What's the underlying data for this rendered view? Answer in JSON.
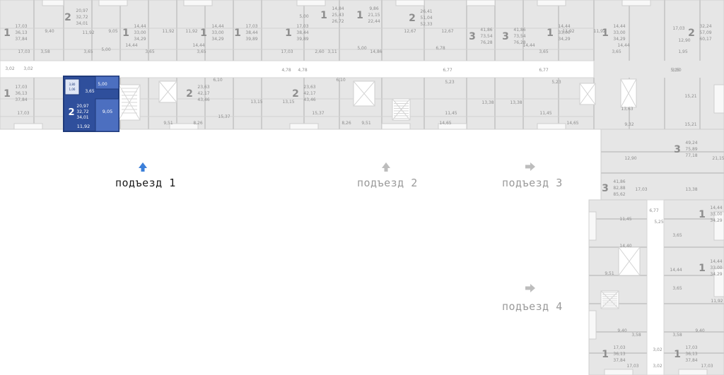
{
  "entrances": [
    {
      "label": "подъезд 1",
      "active": true,
      "arrow": "up"
    },
    {
      "label": "подъезд 2",
      "active": false,
      "arrow": "up"
    },
    {
      "label": "подъезд 3",
      "active": false,
      "arrow": "right"
    },
    {
      "label": "подъезд 4",
      "active": false,
      "arrow": "right"
    }
  ],
  "colors": {
    "apartment_fill": "#e6e6e6",
    "wall": "#c8c8c8",
    "corridor": "#ffffff",
    "highlight_fill": "#2f4f9c",
    "highlight_light": "#4c6fc0",
    "text_gray": "#8d8d8d",
    "arrow_active": "#3b7fd9",
    "arrow_inactive": "#bdbdbd"
  },
  "highlighted_apartment": {
    "rooms": "2",
    "living_area": "20,97",
    "kitchen": "32,72",
    "total": "34,01",
    "room_labels": [
      "5,00",
      "3,65",
      "9,05",
      "11,92",
      "3,80",
      "1,06"
    ]
  },
  "apartments": [
    {
      "id": "a1",
      "rooms": "1",
      "areas": [
        "17,03",
        "36,13",
        "37,84"
      ]
    },
    {
      "id": "a2",
      "rooms": "2",
      "areas": [
        "20,97",
        "32,72",
        "34,01"
      ]
    },
    {
      "id": "a3",
      "rooms": "1",
      "areas": [
        "14,44",
        "33,00",
        "34,29"
      ]
    },
    {
      "id": "a4",
      "rooms": "1",
      "areas": [
        "14,44",
        "33,00",
        "34,29"
      ]
    },
    {
      "id": "a5",
      "rooms": "1",
      "areas": [
        "17,03",
        "38,44",
        "39,89"
      ]
    },
    {
      "id": "a6",
      "rooms": "1",
      "areas": [
        "17,03",
        "38,44",
        "39,89"
      ]
    },
    {
      "id": "a7",
      "rooms": "1",
      "areas": [
        "14,84",
        "25,43",
        "26,72"
      ]
    },
    {
      "id": "a8",
      "rooms": "1",
      "areas": [
        "9,86",
        "21,15",
        "22,44"
      ]
    },
    {
      "id": "a9",
      "rooms": "2",
      "areas": [
        "26,41",
        "51,04",
        "52,33"
      ]
    },
    {
      "id": "a10",
      "rooms": "3",
      "areas": [
        "41,86",
        "73,54",
        "76,28"
      ]
    },
    {
      "id": "a11",
      "rooms": "3",
      "areas": [
        "41,86",
        "73,54",
        "76,28"
      ]
    },
    {
      "id": "a12",
      "rooms": "1",
      "areas": [
        "14,44",
        "33,00",
        "34,29"
      ]
    },
    {
      "id": "a13",
      "rooms": "1",
      "areas": [
        "14,44",
        "33,00",
        "34,29"
      ]
    },
    {
      "id": "a14",
      "rooms": "2",
      "areas": [
        "32,24",
        "57,09",
        "60,17"
      ]
    },
    {
      "id": "a15",
      "rooms": "1",
      "areas": [
        "17,03",
        "36,13",
        "37,84"
      ]
    },
    {
      "id": "a16",
      "rooms": "2",
      "areas": [
        "23,63",
        "42,17",
        "43,46"
      ]
    },
    {
      "id": "a17",
      "rooms": "2",
      "areas": [
        "23,63",
        "42,17",
        "43,46"
      ]
    },
    {
      "id": "a18",
      "rooms": "3",
      "areas": [
        "49,24",
        "75,89",
        "77,18"
      ]
    },
    {
      "id": "a19",
      "rooms": "3",
      "areas": [
        "41,86",
        "82,88",
        "85,62"
      ]
    },
    {
      "id": "a20",
      "rooms": "1",
      "areas": [
        "14,44",
        "33,00",
        "34,29"
      ]
    },
    {
      "id": "a21",
      "rooms": "1",
      "areas": [
        "14,44",
        "33,00",
        "34,29"
      ]
    },
    {
      "id": "a22",
      "rooms": "1",
      "areas": [
        "17,03",
        "36,13",
        "37,84"
      ]
    },
    {
      "id": "a23",
      "rooms": "1",
      "areas": [
        "17,03",
        "36,13",
        "37,84"
      ]
    }
  ],
  "room_labels": [
    "9,40",
    "11,92",
    "9,05",
    "5,00",
    "3,65",
    "3,58",
    "3,02",
    "3,02",
    "17,03",
    "17,03",
    "11,92",
    "11,92",
    "14,44",
    "14,44",
    "3,65",
    "3,65",
    "17,03",
    "5,00",
    "4,78",
    "2,60",
    "3,11",
    "5,00",
    "14,86",
    "6,78",
    "12,67",
    "12,67",
    "14,44",
    "11,92",
    "11,92",
    "3,65",
    "14,44",
    "3,65",
    "12,90",
    "1,95",
    "17,03",
    "3,50",
    "6,10",
    "9,51",
    "8,26",
    "15,37",
    "13,15",
    "4,78",
    "13,15",
    "6,10",
    "6,77",
    "5,23",
    "9,51",
    "8,26",
    "15,37",
    "14,65",
    "11,45",
    "13,38",
    "13,38",
    "6,77",
    "5,23",
    "11,45",
    "14,65",
    "5,15",
    "15,21",
    "15,21",
    "13,63",
    "9,32",
    "12,90",
    "21,15",
    "17,03",
    "13,38",
    "6,77",
    "5,25",
    "11,45",
    "14,40",
    "3,65",
    "9,51",
    "14,44",
    "3,65",
    "11,92",
    "9,40",
    "3,58",
    "3,58",
    "9,40",
    "3,02",
    "3,02",
    "17,03",
    "17,03"
  ]
}
